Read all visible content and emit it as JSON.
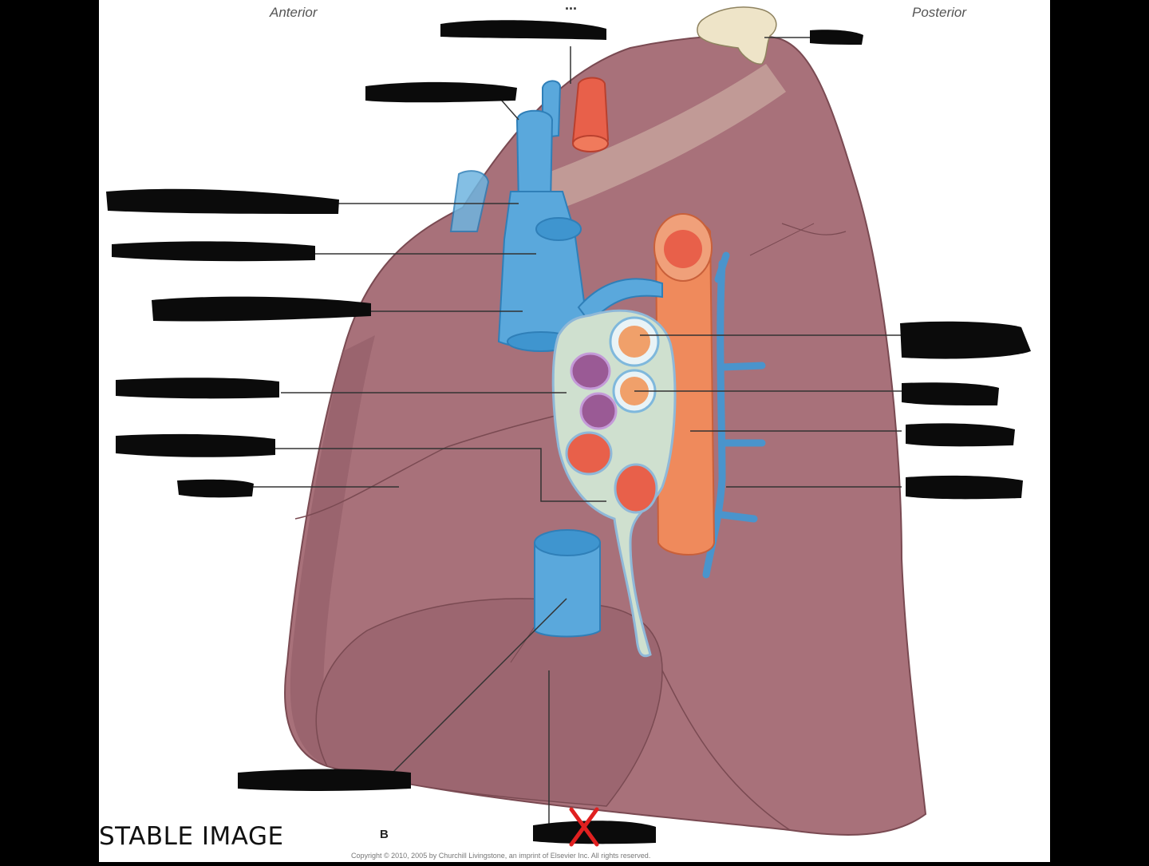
{
  "labels": {
    "anterior": "Anterior",
    "posterior": "Posterior",
    "ellipsis": "...",
    "stable_image": "STABLE IMAGE",
    "panel_letter": "B",
    "copyright": "Copyright © 2010, 2005 by Churchill Livingstone, an imprint of Elsevier Inc. All rights reserved."
  },
  "colors": {
    "lung": "#a8717a",
    "lung_shadow": "#8e5962",
    "vein_blue": "#5aa8dc",
    "artery_red": "#e8604a",
    "esophagus_orange": "#ef8a5c",
    "bronchus_purple": "#9a5a95",
    "redaction": "#0b0b0b"
  }
}
